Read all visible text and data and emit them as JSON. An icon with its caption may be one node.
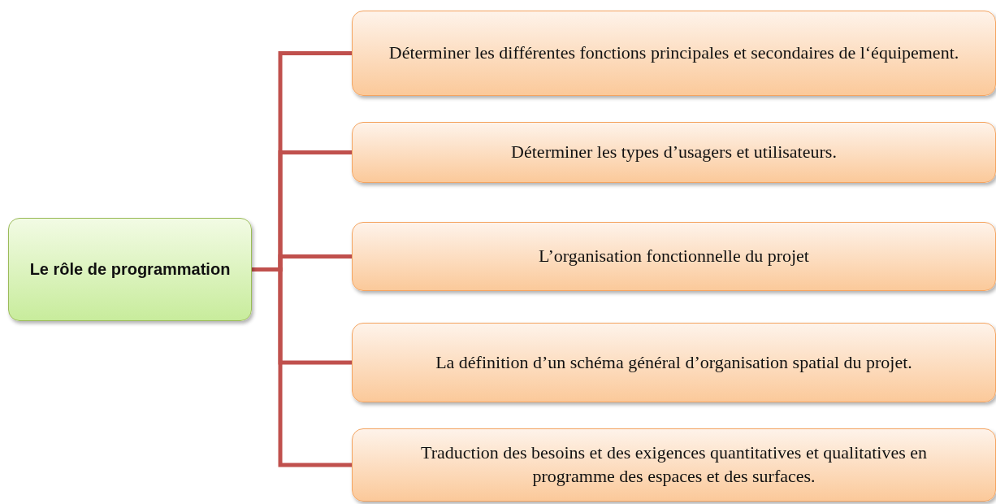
{
  "diagram": {
    "nodes": [
      {
        "text": [
          "Le rôle de programmation"
        ]
      },
      {
        "text": [
          "Déterminer les différentes fonctions principales et secondaires de l‘équipement."
        ]
      },
      {
        "text": [
          "Déterminer les types d’usagers et utilisateurs."
        ]
      },
      {
        "text": [
          "L’organisation fonctionnelle du projet"
        ]
      },
      {
        "text": [
          "La définition d’un schéma général d’organisation spatial du projet."
        ]
      },
      {
        "text": [
          "Traduction des besoins et des exigences quantitatives et qualitatives en programme des espaces et des surfaces."
        ]
      }
    ],
    "edges": [
      {
        "from": 0,
        "to": 1,
        "arrow": "none"
      },
      {
        "from": 0,
        "to": 2,
        "arrow": "none"
      },
      {
        "from": 0,
        "to": 3,
        "arrow": "none"
      },
      {
        "from": 0,
        "to": 4,
        "arrow": "none"
      },
      {
        "from": 0,
        "to": 5,
        "arrow": "none"
      }
    ]
  }
}
